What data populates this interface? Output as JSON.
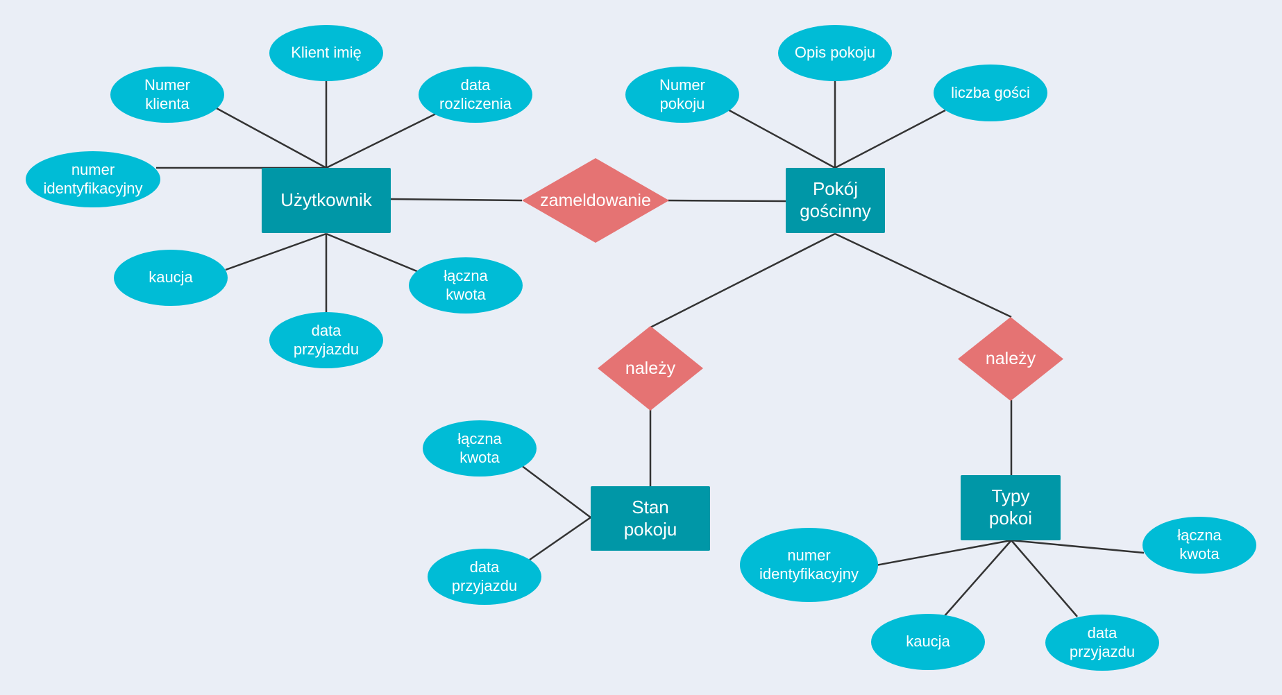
{
  "colors": {
    "background": "#eaeef6",
    "attribute": "#00bcd6",
    "entity": "#0097a7",
    "relationship": "#e57373",
    "edge": "#333333",
    "text": "#ffffff"
  },
  "entities": {
    "uzytkownik": "Użytkownik",
    "pokoj": "Pokój\ngościnny",
    "stan": "Stan\npokoju",
    "typy": "Typy\npokoi"
  },
  "relationships": {
    "zameldowanie": "zameldowanie",
    "nalezy_stan": "należy",
    "nalezy_typy": "należy"
  },
  "attributes": {
    "uzytkownik": {
      "klient_imie": "Klient imię",
      "numer_klienta": "Numer\nklienta",
      "data_rozliczenia": "data\nrozliczenia",
      "numer_identyfikacyjny": "numer\nidentyfikacyjny",
      "kaucja": "kaucja",
      "laczna_kwota": "łączna\nkwota",
      "data_przyjazdu": "data\nprzyjazdu"
    },
    "pokoj": {
      "opis_pokoju": "Opis pokoju",
      "numer_pokoju": "Numer\npokoju",
      "liczba_gosci": "liczba gości"
    },
    "stan": {
      "laczna_kwota": "łączna\nkwota",
      "data_przyjazdu": "data\nprzyjazdu"
    },
    "typy": {
      "numer_identyfikacyjny": "numer\nidentyfikacyjny",
      "laczna_kwota": "łączna\nkwota",
      "kaucja": "kaucja",
      "data_przyjazdu": "data\nprzyjazdu"
    }
  }
}
